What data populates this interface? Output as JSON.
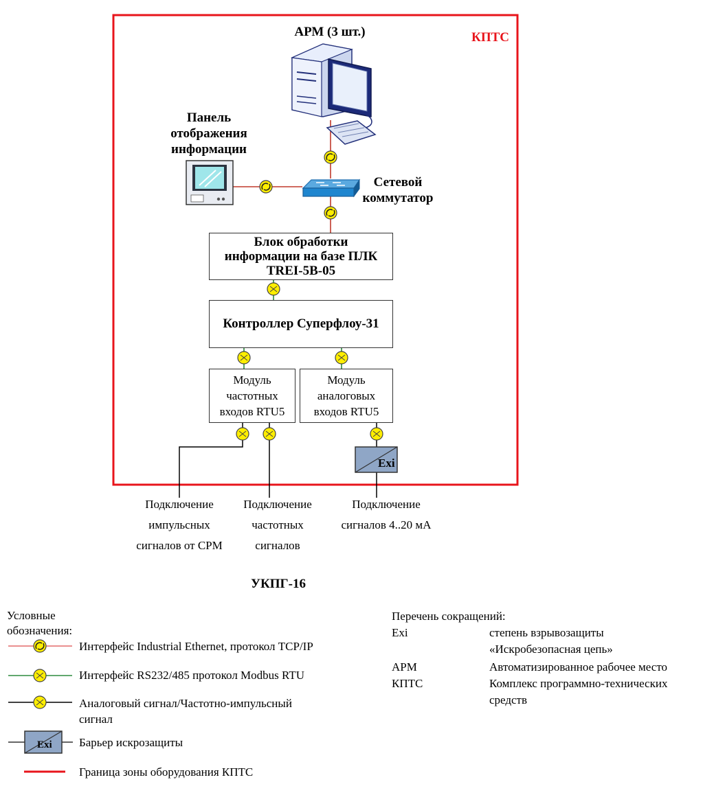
{
  "zone_label": "КПТС",
  "arm_label": "АРМ (3 шт.)",
  "panel_label": [
    "Панель",
    "отображения",
    "информации"
  ],
  "switch_label": [
    "Сетевой",
    "коммутатор"
  ],
  "plc_block": [
    "Блок обработки",
    "информации на базе ПЛК",
    "TREI-5B-05"
  ],
  "controller": "Контроллер Суперфлоу-31",
  "module_freq": [
    "Модуль",
    "частотных",
    "входов RTU5"
  ],
  "module_analog": [
    "Модуль",
    "аналоговых",
    "входов RTU5"
  ],
  "barrier_text": "Exi",
  "conn_pulse": [
    "Подключение",
    "импульсных",
    "сигналов от СРМ"
  ],
  "conn_freq": [
    "Подключение",
    "частотных",
    "сигналов"
  ],
  "conn_analog": [
    "Подключение",
    "сигналов 4..20 мА"
  ],
  "site_label": "УКПГ-16",
  "legend": {
    "title": [
      "Условные",
      "обозначения:"
    ],
    "ethernet": "Интерфейс Industrial Ethernet, протокол TCP/IP",
    "rs485": "Интерфейс RS232/485 протокол Modbus RTU",
    "analog": [
      "Аналоговый сигнал/Частотно-импульсный",
      "сигнал"
    ],
    "barrier": "Барьер искрозащиты",
    "border": "Граница зоны оборудования КПТС"
  },
  "abbrev": {
    "title": "Перечень сокращений:",
    "items": [
      {
        "abbr": "Exi",
        "text": [
          "степень взрывозащиты",
          "«Искробезопасная цепь»"
        ]
      },
      {
        "abbr": "АРМ",
        "text": [
          "Автоматизированное рабочее место"
        ]
      },
      {
        "abbr": "КПТС",
        "text": [
          "Комплекс программно-технических",
          "средств"
        ]
      }
    ]
  },
  "colors": {
    "zone_border": "#e8141b",
    "ethernet_line": "#c0392b",
    "rs485_line": "#2e8b3e",
    "analog_line": "#000000",
    "connector_fill": "#ffee00",
    "barrier_fill": "#8fa6c6"
  }
}
